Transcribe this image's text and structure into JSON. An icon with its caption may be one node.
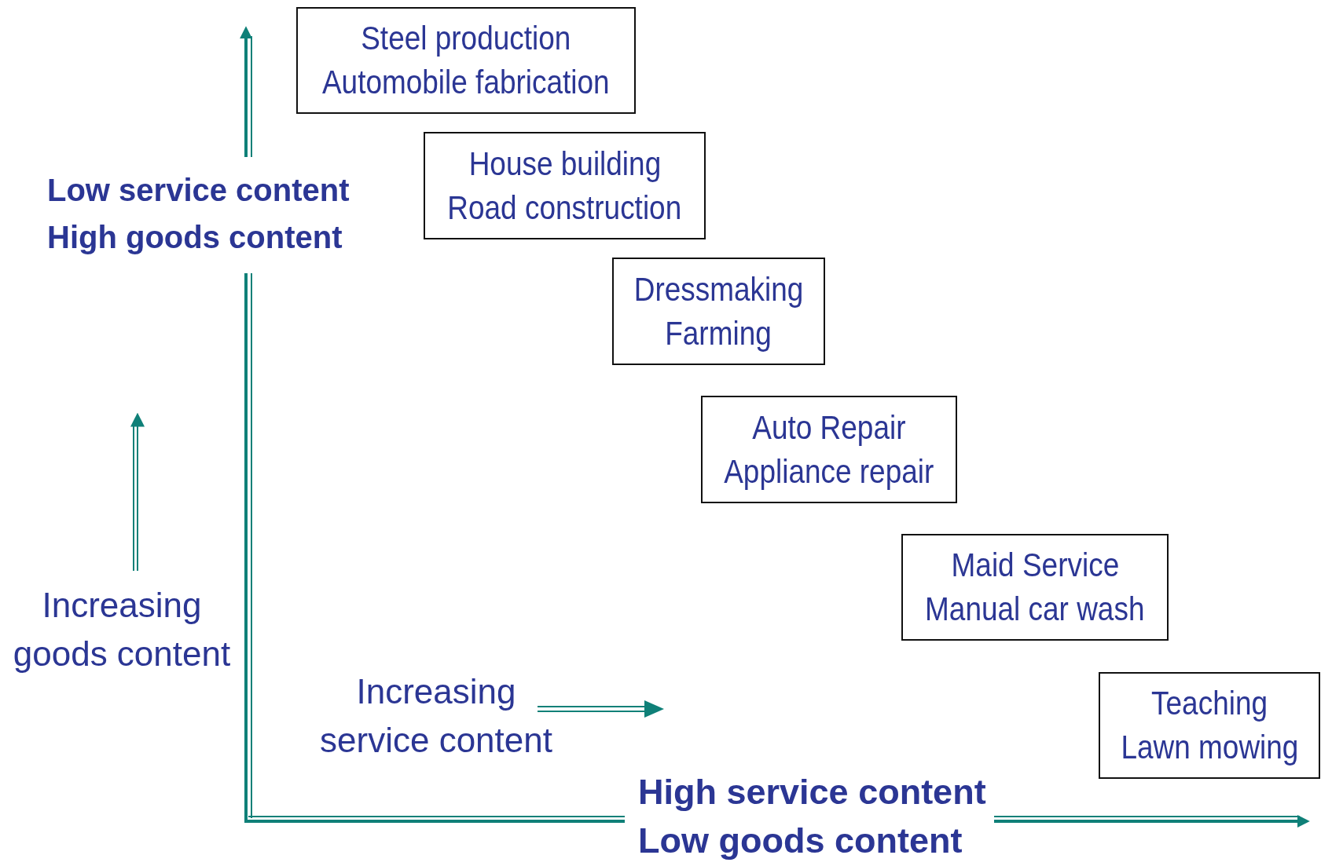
{
  "diagram": {
    "nodes": [
      {
        "text": [
          "Steel production",
          "Automobile fabrication"
        ]
      },
      {
        "text": [
          "House building",
          "Road construction"
        ]
      },
      {
        "text": [
          "Dressmaking",
          "Farming"
        ]
      },
      {
        "text": [
          "Auto Repair",
          "Appliance repair"
        ]
      },
      {
        "text": [
          "Maid Service",
          "Manual car wash"
        ]
      },
      {
        "text": [
          "Teaching",
          "Lawn mowing"
        ]
      }
    ],
    "edges": [],
    "labels": [
      "Low service content High goods content",
      "Increasing goods content",
      "Increasing service content",
      "High service content Low goods content"
    ]
  }
}
